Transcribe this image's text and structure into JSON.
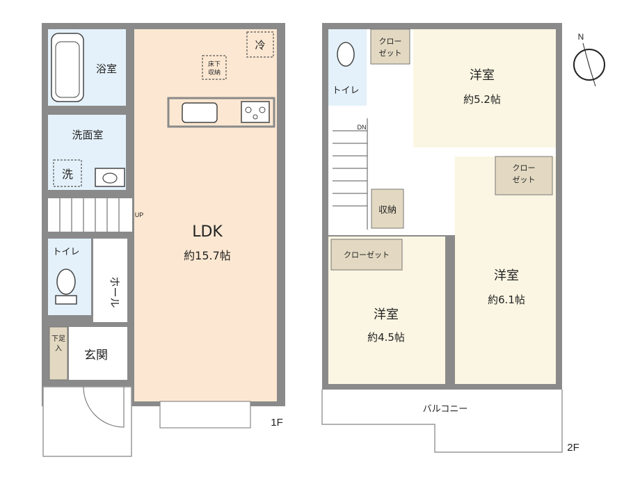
{
  "floor1": {
    "label": "1F",
    "rooms": {
      "bath": "浴室",
      "washroom": "洗面室",
      "wash_machine": "洗",
      "ldk": "LDK",
      "ldk_size": "約15.7帖",
      "fridge": "冷",
      "underfloor_1": "床下",
      "underfloor_2": "収納",
      "toilet": "トイレ",
      "hall": "ホール",
      "entrance": "玄関",
      "shoebox_1": "下足",
      "shoebox_2": "入",
      "stairs_up": "UP"
    }
  },
  "floor2": {
    "label": "2F",
    "rooms": {
      "closet_top_1": "クロー",
      "closet_top_2": "ゼット",
      "western_a": "洋室",
      "western_a_size": "約5.2帖",
      "toilet": "トイレ",
      "stairs_down": "DN",
      "closet_right_1": "クロー",
      "closet_right_2": "ゼット",
      "storage": "収納",
      "closet_mid": "クローゼット",
      "western_b": "洋室",
      "western_b_size": "約4.5帖",
      "western_c": "洋室",
      "western_c_size": "約6.1帖",
      "balcony": "バルコニー"
    }
  },
  "compass": {
    "north_label": "N"
  },
  "colors": {
    "wall": "#8a8a8a",
    "ldk_floor": "#fce8d2",
    "western_floor": "#fbf6e3",
    "wet_floor": "#e4f1fa",
    "closet_fill": "#e3d9c2",
    "corridor": "#ffffff"
  }
}
